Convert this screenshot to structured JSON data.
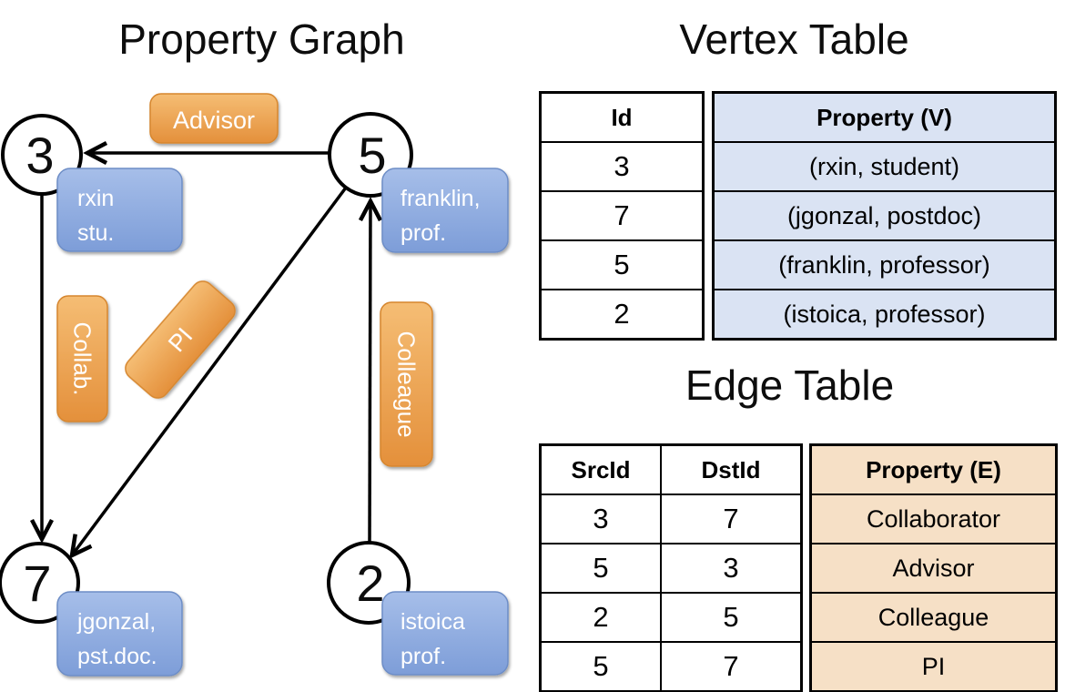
{
  "titles": {
    "graph": "Property Graph",
    "vertex_table": "Vertex Table",
    "edge_table": "Edge Table"
  },
  "graph": {
    "nodes": [
      {
        "id": "3",
        "property_lines": [
          "rxin",
          "stu."
        ]
      },
      {
        "id": "5",
        "property_lines": [
          "franklin,",
          "prof."
        ]
      },
      {
        "id": "7",
        "property_lines": [
          "jgonzal,",
          "pst.doc."
        ]
      },
      {
        "id": "2",
        "property_lines": [
          "istoica",
          "prof."
        ]
      }
    ],
    "edge_labels": {
      "advisor": "Advisor",
      "collab": "Collab.",
      "pi": "PI",
      "colleague": "Colleague"
    }
  },
  "vertex_table": {
    "headers": {
      "id": "Id",
      "property": "Property (V)"
    },
    "rows": [
      {
        "id": "3",
        "property": "(rxin, student)"
      },
      {
        "id": "7",
        "property": "(jgonzal, postdoc)"
      },
      {
        "id": "5",
        "property": "(franklin, professor)"
      },
      {
        "id": "2",
        "property": "(istoica, professor)"
      }
    ]
  },
  "edge_table": {
    "headers": {
      "src": "SrcId",
      "dst": "DstId",
      "property": "Property (E)"
    },
    "rows": [
      {
        "src": "3",
        "dst": "7",
        "property": "Collaborator"
      },
      {
        "src": "5",
        "dst": "3",
        "property": "Advisor"
      },
      {
        "src": "2",
        "dst": "5",
        "property": "Colleague"
      },
      {
        "src": "5",
        "dst": "7",
        "property": "PI"
      }
    ]
  },
  "colors": {
    "edge_label_orange_top": "#f3b467",
    "edge_label_orange_bottom": "#e4903b",
    "edge_label_border": "#d6862f",
    "node_property_blue_top": "#a2bbe7",
    "node_property_blue_bottom": "#7d9dd8",
    "node_property_border": "#6d8dc6",
    "vertex_cell_fill": "#dae3f3",
    "edge_cell_fill": "#f6e0c6",
    "line_black": "#000000"
  }
}
